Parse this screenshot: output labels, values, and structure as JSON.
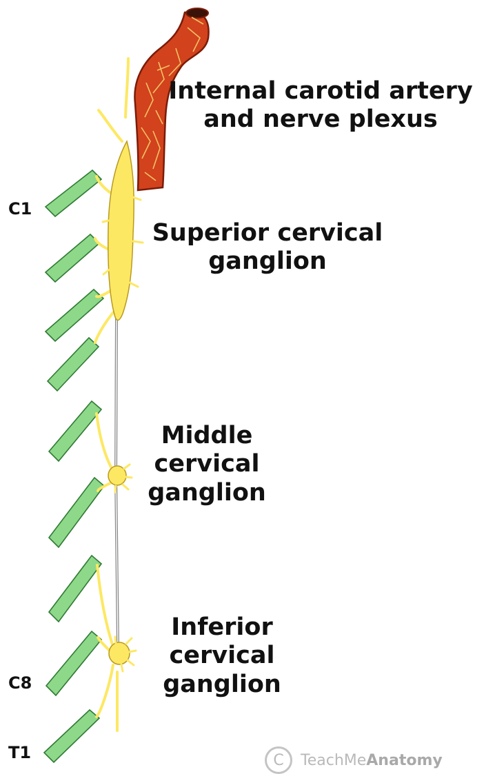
{
  "labels": {
    "internal_carotid": [
      "Internal carotid artery",
      "and nerve plexus"
    ],
    "superior": [
      "Superior cervical",
      "ganglion"
    ],
    "middle": [
      "Middle",
      "cervical",
      "ganglion"
    ],
    "inferior": [
      "Inferior",
      "cervical",
      "ganglion"
    ]
  },
  "levels": {
    "top": "C1",
    "c8": "C8",
    "t1": "T1"
  },
  "watermark": {
    "symbol": "C",
    "brand_light": "TeachMe",
    "brand_bold": "Anatomy"
  },
  "colors": {
    "artery": "#d2421c",
    "artery_outline": "#7a1c08",
    "artery_vessels": "#f2c266",
    "ganglion": "#fde863",
    "ganglion_outline": "#b89a20",
    "nerve_root": "#8ed88a",
    "nerve_root_outline": "#2f7a34",
    "sympathetic_trunk": "#8a8a8a"
  }
}
